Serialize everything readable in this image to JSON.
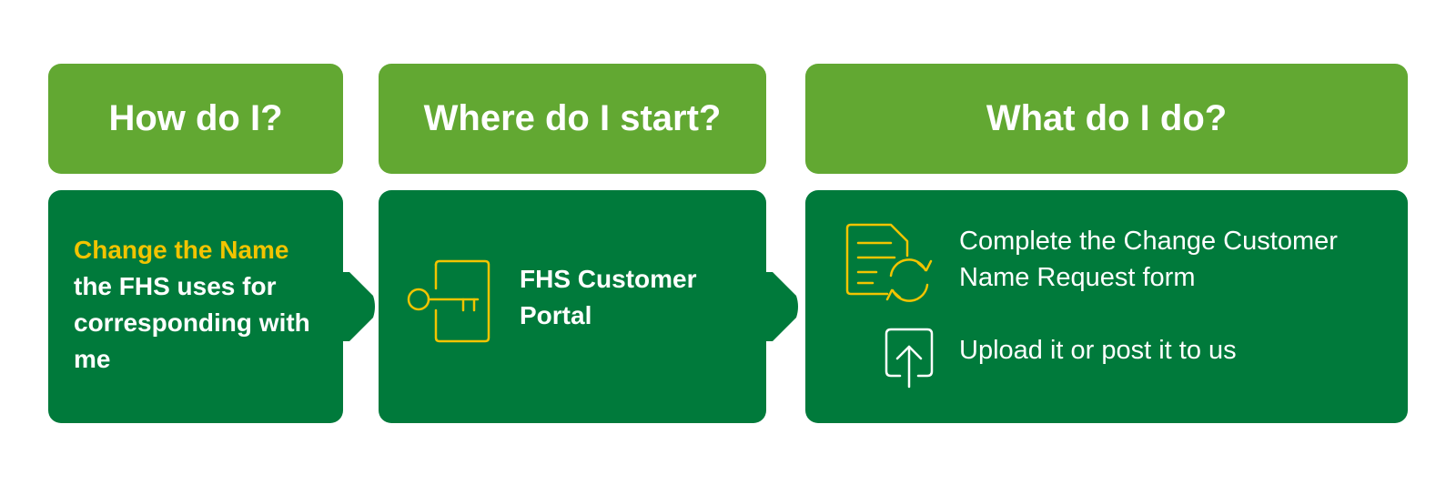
{
  "columns": [
    {
      "header": "How do I?",
      "highlight": "Change the Name",
      "body": "the FHS uses for corresponding with me"
    },
    {
      "header": "Where do I start?",
      "title": "FHS Customer Portal",
      "icon": "key-door-icon"
    },
    {
      "header": "What do I do?",
      "steps": [
        {
          "text": "Complete the Change Customer Name Request form",
          "icon": "document-refresh-icon"
        },
        {
          "text": "Upload it or post it to us",
          "icon": "upload-icon"
        }
      ]
    }
  ],
  "colors": {
    "header_green": "#62a832",
    "box_green": "#007a3b",
    "highlight_yellow": "#f2c400",
    "text_white": "#ffffff"
  }
}
